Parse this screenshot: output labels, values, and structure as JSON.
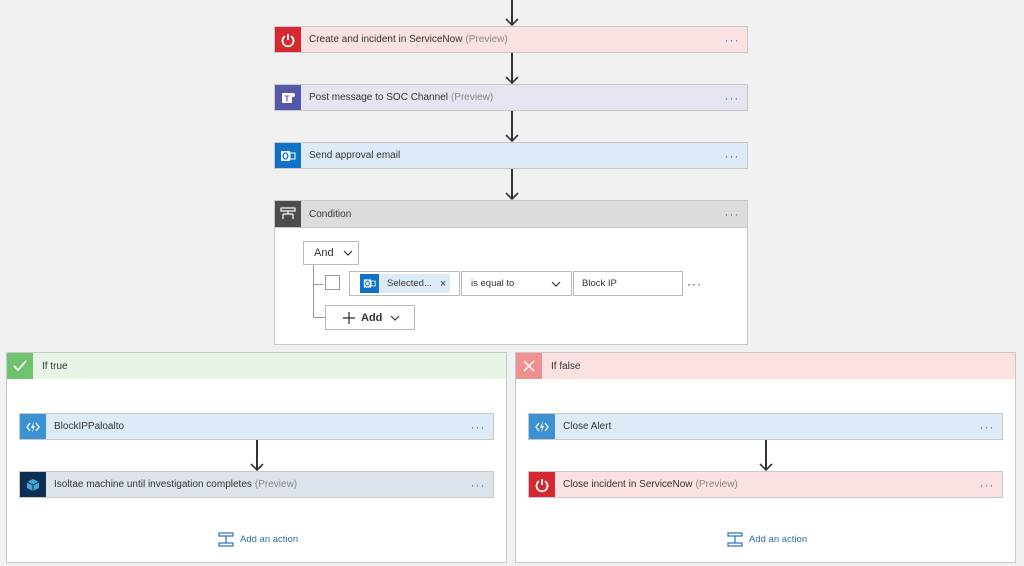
{
  "steps": {
    "servicenow": {
      "title": "Create and incident in ServiceNow",
      "preview": "(Preview)"
    },
    "teams": {
      "title": "Post message to SOC Channel",
      "preview": "(Preview)"
    },
    "email": {
      "title": "Send approval email"
    }
  },
  "more_glyph": "···",
  "condition": {
    "title": "Condition",
    "group_operator": "And",
    "row": {
      "token_label": "Selected...",
      "token_remove": "×",
      "operator": "is equal to",
      "value": "Block IP",
      "more": "···"
    },
    "add_label": "Add"
  },
  "if_true": {
    "title": "If true",
    "header_color": "#e7f5e7",
    "icon_color": "#6fc36f",
    "steps": [
      {
        "title": "BlockIPPaloalto",
        "preview": ""
      },
      {
        "title": "Isoltae machine until investigation completes",
        "preview": "(Preview)"
      }
    ],
    "add_action": "Add an action"
  },
  "if_false": {
    "title": "If false",
    "header_color": "#fbe1e1",
    "icon_color": "#f0908f",
    "steps": [
      {
        "title": "Close Alert",
        "preview": ""
      },
      {
        "title": "Close incident in ServiceNow",
        "preview": "(Preview)"
      }
    ],
    "add_action": "Add an action"
  },
  "colors": {
    "servicenow": "#d6282f",
    "teams": "#5458a6",
    "outlook": "#0f72c7",
    "azure_function": "#3b92d3",
    "defender": "#0b2e51",
    "link": "#2b6fb8"
  }
}
